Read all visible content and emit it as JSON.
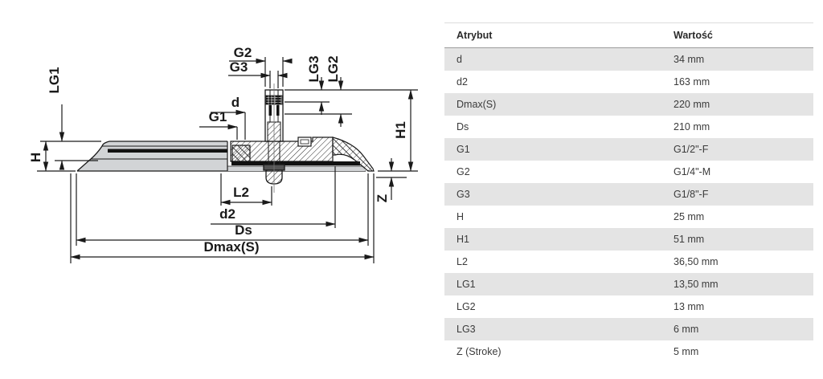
{
  "diagram": {
    "labels": {
      "g2": "G2",
      "g3": "G3",
      "d": "d",
      "g1": "G1",
      "lg1": "LG1",
      "h": "H",
      "lg3": "LG3",
      "lg2": "LG2",
      "h1": "H1",
      "z": "Z",
      "l2": "L2",
      "d2": "d2",
      "ds": "Ds",
      "dmax": "Dmax(S)"
    }
  },
  "table": {
    "headers": {
      "attr": "Atrybut",
      "value": "Wartość"
    },
    "rows": [
      {
        "attr": "d",
        "value": "34 mm"
      },
      {
        "attr": "d2",
        "value": "163 mm"
      },
      {
        "attr": "Dmax(S)",
        "value": "220 mm"
      },
      {
        "attr": "Ds",
        "value": "210 mm"
      },
      {
        "attr": "G1",
        "value": "G1/2\"-F"
      },
      {
        "attr": "G2",
        "value": "G1/4\"-M"
      },
      {
        "attr": "G3",
        "value": "G1/8\"-F"
      },
      {
        "attr": "H",
        "value": "25 mm"
      },
      {
        "attr": "H1",
        "value": "51 mm"
      },
      {
        "attr": "L2",
        "value": "36,50 mm"
      },
      {
        "attr": "LG1",
        "value": "13,50 mm"
      },
      {
        "attr": "LG2",
        "value": "13 mm"
      },
      {
        "attr": "LG3",
        "value": "6 mm"
      },
      {
        "attr": "Z (Stroke)",
        "value": "5 mm"
      }
    ]
  },
  "colors": {
    "row_alt": "#e4e4e4",
    "cup_fill": "#d2d4d6",
    "line": "#1a1a1a"
  }
}
